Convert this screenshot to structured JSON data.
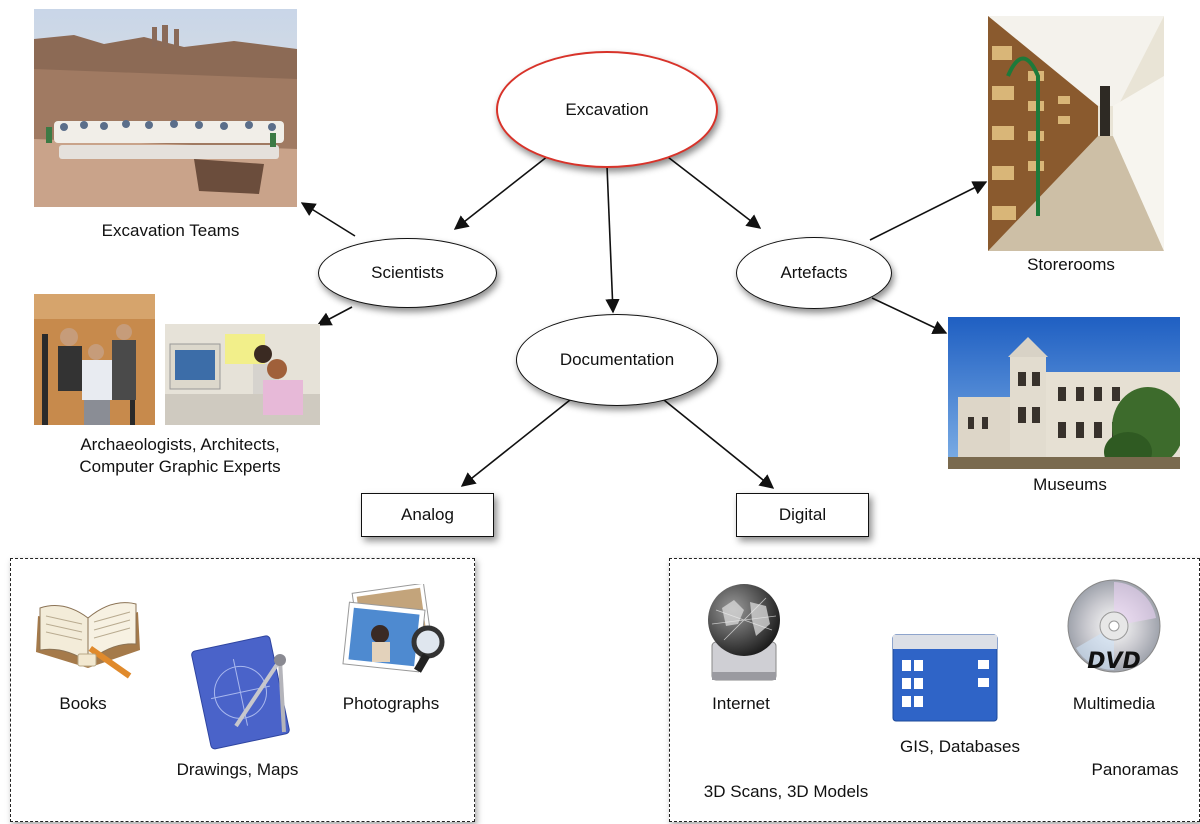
{
  "nodes": {
    "excavation": "Excavation",
    "scientists": "Scientists",
    "artefacts": "Artefacts",
    "documentation": "Documentation",
    "analog": "Analog",
    "digital": "Digital"
  },
  "captions": {
    "excavation_teams": "Excavation Teams",
    "experts_line1": "Archaeologists, Architects,",
    "experts_line2": "Computer Graphic Experts",
    "storerooms": "Storerooms",
    "museums": "Museums"
  },
  "analog_items": {
    "books": "Books",
    "drawings": "Drawings, Maps",
    "photographs": "Photographs"
  },
  "digital_items": {
    "internet": "Internet",
    "gis": "GIS, Databases",
    "multimedia": "Multimedia",
    "panoramas": "Panoramas",
    "scans": "3D Scans, 3D Models"
  },
  "colors": {
    "root_outline": "#d8332a",
    "node_outline": "#111111"
  },
  "icons": [
    "book-icon",
    "drafting-compass-icon",
    "photo-magnifier-icon",
    "globe-server-icon",
    "database-window-icon",
    "dvd-disc-icon"
  ]
}
